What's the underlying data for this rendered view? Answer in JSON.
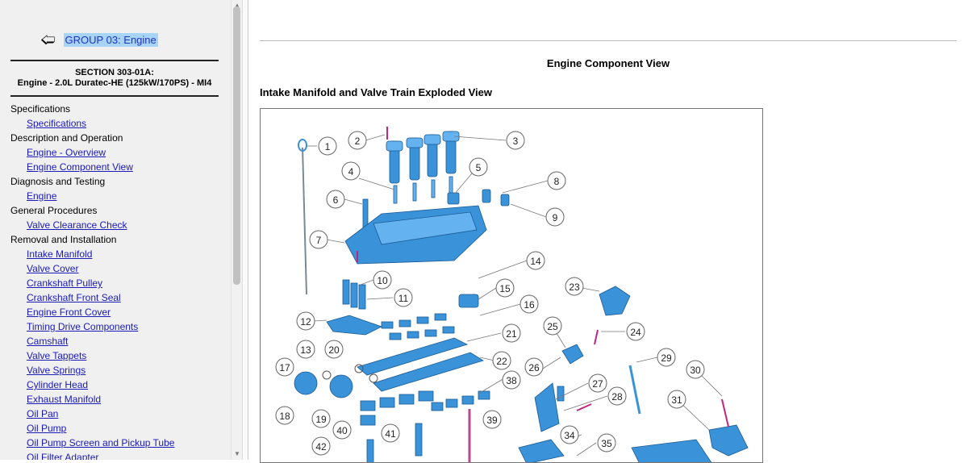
{
  "sidebar": {
    "back_label": "GROUP 03: Engine",
    "section_line1": "SECTION 303-01A:",
    "section_line2": "Engine - 2.0L Duratec-HE (125kW/170PS) - MI4",
    "nav": [
      {
        "type": "cat",
        "label": "Specifications"
      },
      {
        "type": "item",
        "label": "Specifications"
      },
      {
        "type": "cat",
        "label": "Description and Operation"
      },
      {
        "type": "item",
        "label": "Engine - Overview"
      },
      {
        "type": "item",
        "label": "Engine Component View"
      },
      {
        "type": "cat",
        "label": "Diagnosis and Testing"
      },
      {
        "type": "item",
        "label": "Engine"
      },
      {
        "type": "cat",
        "label": "General Procedures"
      },
      {
        "type": "item",
        "label": "Valve Clearance Check"
      },
      {
        "type": "cat",
        "label": "Removal and Installation"
      },
      {
        "type": "item",
        "label": "Intake Manifold"
      },
      {
        "type": "item",
        "label": "Valve Cover"
      },
      {
        "type": "item",
        "label": "Crankshaft Pulley"
      },
      {
        "type": "item",
        "label": "Crankshaft Front Seal"
      },
      {
        "type": "item",
        "label": "Engine Front Cover"
      },
      {
        "type": "item",
        "label": "Timing Drive Components"
      },
      {
        "type": "item",
        "label": "Camshaft"
      },
      {
        "type": "item",
        "label": "Valve Tappets"
      },
      {
        "type": "item",
        "label": "Valve Springs"
      },
      {
        "type": "item",
        "label": "Cylinder Head"
      },
      {
        "type": "item",
        "label": "Exhaust Manifold"
      },
      {
        "type": "item",
        "label": "Oil Pan"
      },
      {
        "type": "item",
        "label": "Oil Pump"
      },
      {
        "type": "item",
        "label": "Oil Pump Screen and Pickup Tube"
      },
      {
        "type": "item",
        "label": "Oil Filter Adapter"
      }
    ]
  },
  "main": {
    "page_title": "Engine Component View",
    "figure_title": "Intake Manifold and Valve Train Exploded View",
    "callouts": [
      {
        "n": "1"
      },
      {
        "n": "2"
      },
      {
        "n": "3"
      },
      {
        "n": "4"
      },
      {
        "n": "5"
      },
      {
        "n": "6"
      },
      {
        "n": "7"
      },
      {
        "n": "8"
      },
      {
        "n": "9"
      },
      {
        "n": "10"
      },
      {
        "n": "11"
      },
      {
        "n": "12"
      },
      {
        "n": "13"
      },
      {
        "n": "14"
      },
      {
        "n": "15"
      },
      {
        "n": "16"
      },
      {
        "n": "17"
      },
      {
        "n": "18"
      },
      {
        "n": "19"
      },
      {
        "n": "20"
      },
      {
        "n": "21"
      },
      {
        "n": "22"
      },
      {
        "n": "23"
      },
      {
        "n": "24"
      },
      {
        "n": "25"
      },
      {
        "n": "26"
      },
      {
        "n": "27"
      },
      {
        "n": "28"
      },
      {
        "n": "29"
      },
      {
        "n": "30"
      },
      {
        "n": "31"
      },
      {
        "n": "34"
      },
      {
        "n": "35"
      },
      {
        "n": "38"
      },
      {
        "n": "39"
      },
      {
        "n": "40"
      },
      {
        "n": "41"
      },
      {
        "n": "42"
      }
    ]
  },
  "colors": {
    "accent_part": "#3a92d8",
    "link": "#1a1ab8",
    "highlight": "#a7d4f7",
    "bolt": "#c2257f"
  }
}
